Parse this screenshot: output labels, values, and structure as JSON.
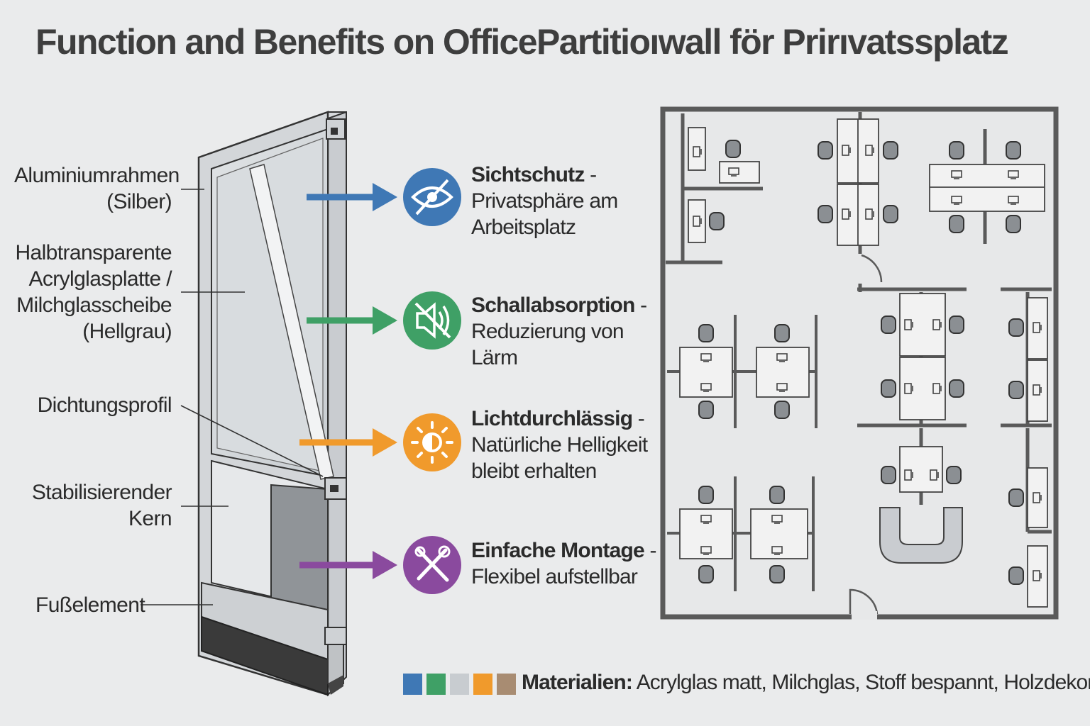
{
  "title": "Function and Benefits on OfficePartitioıwall för Prirıvatssplatz",
  "components": [
    {
      "line1": "Aluminiumrahmen",
      "line2": "(Silber)"
    },
    {
      "line1": "Halbtransparente",
      "line2": "Acrylglasplatte /",
      "line3": "Milchglasscheibe",
      "line4": "(Hellgrau)"
    },
    {
      "line1": "Dichtungsprofil"
    },
    {
      "line1": "Stabilisierender",
      "line2": "Kern"
    },
    {
      "line1": "Fußelement"
    }
  ],
  "features": [
    {
      "title": "Sichtschutz",
      "sep": " -",
      "line2": "Privatsphäre am",
      "line3": "Arbeitsplatz",
      "color": "#3f78b5",
      "icon": "eye-slash-icon"
    },
    {
      "title": "Schallabsorption",
      "sep": " -",
      "line2": "Reduzierung von",
      "line3": "Lärm",
      "color": "#3fa066",
      "icon": "speaker-mute-icon"
    },
    {
      "title": "Lichtdurchlässig",
      "sep": " -",
      "line2": "Natürliche Helligkeit",
      "line3": "bleibt erhalten",
      "color": "#f09a2c",
      "icon": "sun-icon"
    },
    {
      "title": "Einfache Montage",
      "sep": " -",
      "line2": "Flexibel aufstellbar",
      "color": "#8a4a9e",
      "icon": "tools-icon"
    }
  ],
  "legend": {
    "label": "Materialien:",
    "text": " Acrylglas matt, Milchglas, Stoff bespannt, Holzdekor",
    "swatches": [
      "#3f78b5",
      "#3fa066",
      "#c8ccd0",
      "#f09a2c",
      "#a88c72"
    ]
  }
}
